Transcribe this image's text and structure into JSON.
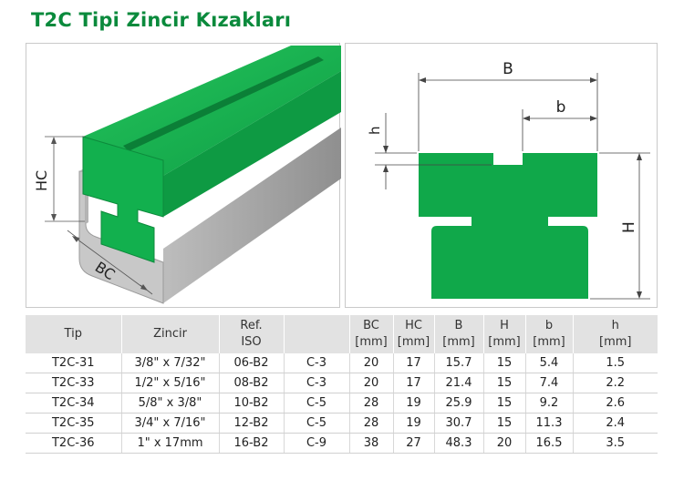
{
  "title": "T2C Tipi Zincir Kızakları",
  "iso_labels": {
    "hc": "HC",
    "bc": "BC"
  },
  "profile_labels": {
    "B": "B",
    "b": "b",
    "h": "h",
    "H": "H"
  },
  "colors": {
    "title_green": "#0a8a3c",
    "profile_green": "#10a84a",
    "header_bg": "#e2e2e2"
  },
  "table": {
    "headers": [
      {
        "line1": "Tip",
        "line2": ""
      },
      {
        "line1": "Zincir",
        "line2": ""
      },
      {
        "line1": "Ref.",
        "line2": "ISO"
      },
      {
        "line1": "",
        "line2": ""
      },
      {
        "line1": "BC",
        "line2": "[mm]"
      },
      {
        "line1": "HC",
        "line2": "[mm]"
      },
      {
        "line1": "B",
        "line2": "[mm]"
      },
      {
        "line1": "H",
        "line2": "[mm]"
      },
      {
        "line1": "b",
        "line2": "[mm]"
      },
      {
        "line1": "h",
        "line2": "[mm]"
      }
    ],
    "rows": [
      [
        "T2C-31",
        "3/8\" x 7/32\"",
        "06-B2",
        "C-3",
        "20",
        "17",
        "15.7",
        "15",
        "5.4",
        "1.5"
      ],
      [
        "T2C-33",
        "1/2\" x 5/16\"",
        "08-B2",
        "C-3",
        "20",
        "17",
        "21.4",
        "15",
        "7.4",
        "2.2"
      ],
      [
        "T2C-34",
        "5/8\" x 3/8\"",
        "10-B2",
        "C-5",
        "28",
        "19",
        "25.9",
        "15",
        "9.2",
        "2.6"
      ],
      [
        "T2C-35",
        "3/4\" x 7/16\"",
        "12-B2",
        "C-5",
        "28",
        "19",
        "30.7",
        "15",
        "11.3",
        "2.4"
      ],
      [
        "T2C-36",
        "1\" x 17mm",
        "16-B2",
        "C-9",
        "38",
        "27",
        "48.3",
        "20",
        "16.5",
        "3.5"
      ]
    ]
  }
}
